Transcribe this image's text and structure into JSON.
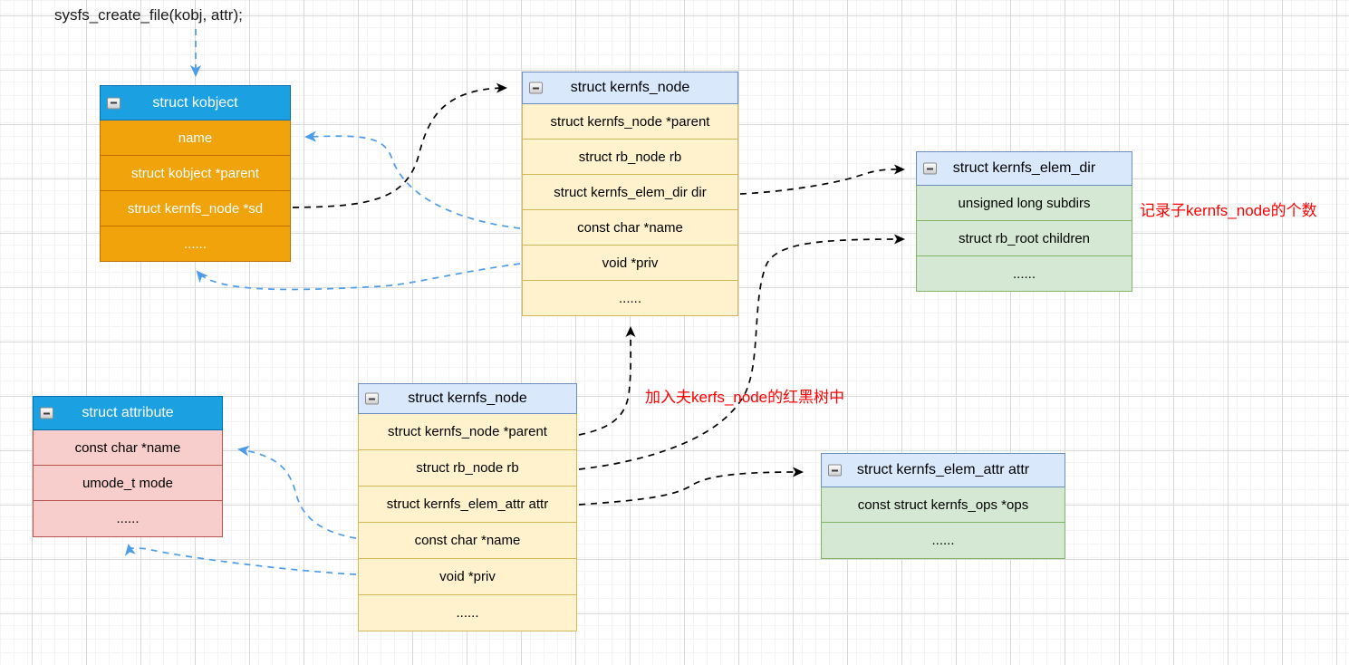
{
  "caption": "sysfs_create_file(kobj, attr);",
  "annotations": {
    "subdirs_note": "记录子kernfs_node的个数",
    "rbtree_note": "加入夫kerfs_node的红黑树中"
  },
  "boxes": {
    "kobject": {
      "title": "struct kobject",
      "rows": [
        "name",
        "struct kobject *parent",
        "struct kernfs_node *sd",
        "......"
      ]
    },
    "kernfs_node_top": {
      "title": "struct kernfs_node",
      "rows": [
        "struct kernfs_node *parent",
        "struct rb_node rb",
        "struct kernfs_elem_dir dir",
        "const char *name",
        "void *priv",
        "......"
      ]
    },
    "kernfs_elem_dir": {
      "title": "struct kernfs_elem_dir",
      "rows": [
        "unsigned long subdirs",
        "struct rb_root children",
        "......"
      ]
    },
    "attribute": {
      "title": "struct attribute",
      "rows": [
        "const char *name",
        "umode_t mode",
        "......"
      ]
    },
    "kernfs_node_bottom": {
      "title": "struct kernfs_node",
      "rows": [
        "struct kernfs_node *parent",
        "struct rb_node rb",
        "struct kernfs_elem_attr attr",
        "const char *name",
        "void *priv",
        "......"
      ]
    },
    "kernfs_elem_attr": {
      "title": "struct kernfs_elem_attr attr",
      "rows": [
        "const struct kernfs_ops *ops",
        "......"
      ]
    }
  },
  "colors": {
    "bright_header": "#1ba1e2",
    "bright_header_border": "#006eaf",
    "light_header": "#dae8fc",
    "light_header_border": "#6c8ebf",
    "orange_row": "#f0a30a",
    "yellow_row": "#fff2cc",
    "green_row": "#d5e8d4",
    "pink_row": "#f8cecc",
    "black_connector": "#000000",
    "blue_connector": "#4d9ce9",
    "note_red": "#ff0000"
  }
}
